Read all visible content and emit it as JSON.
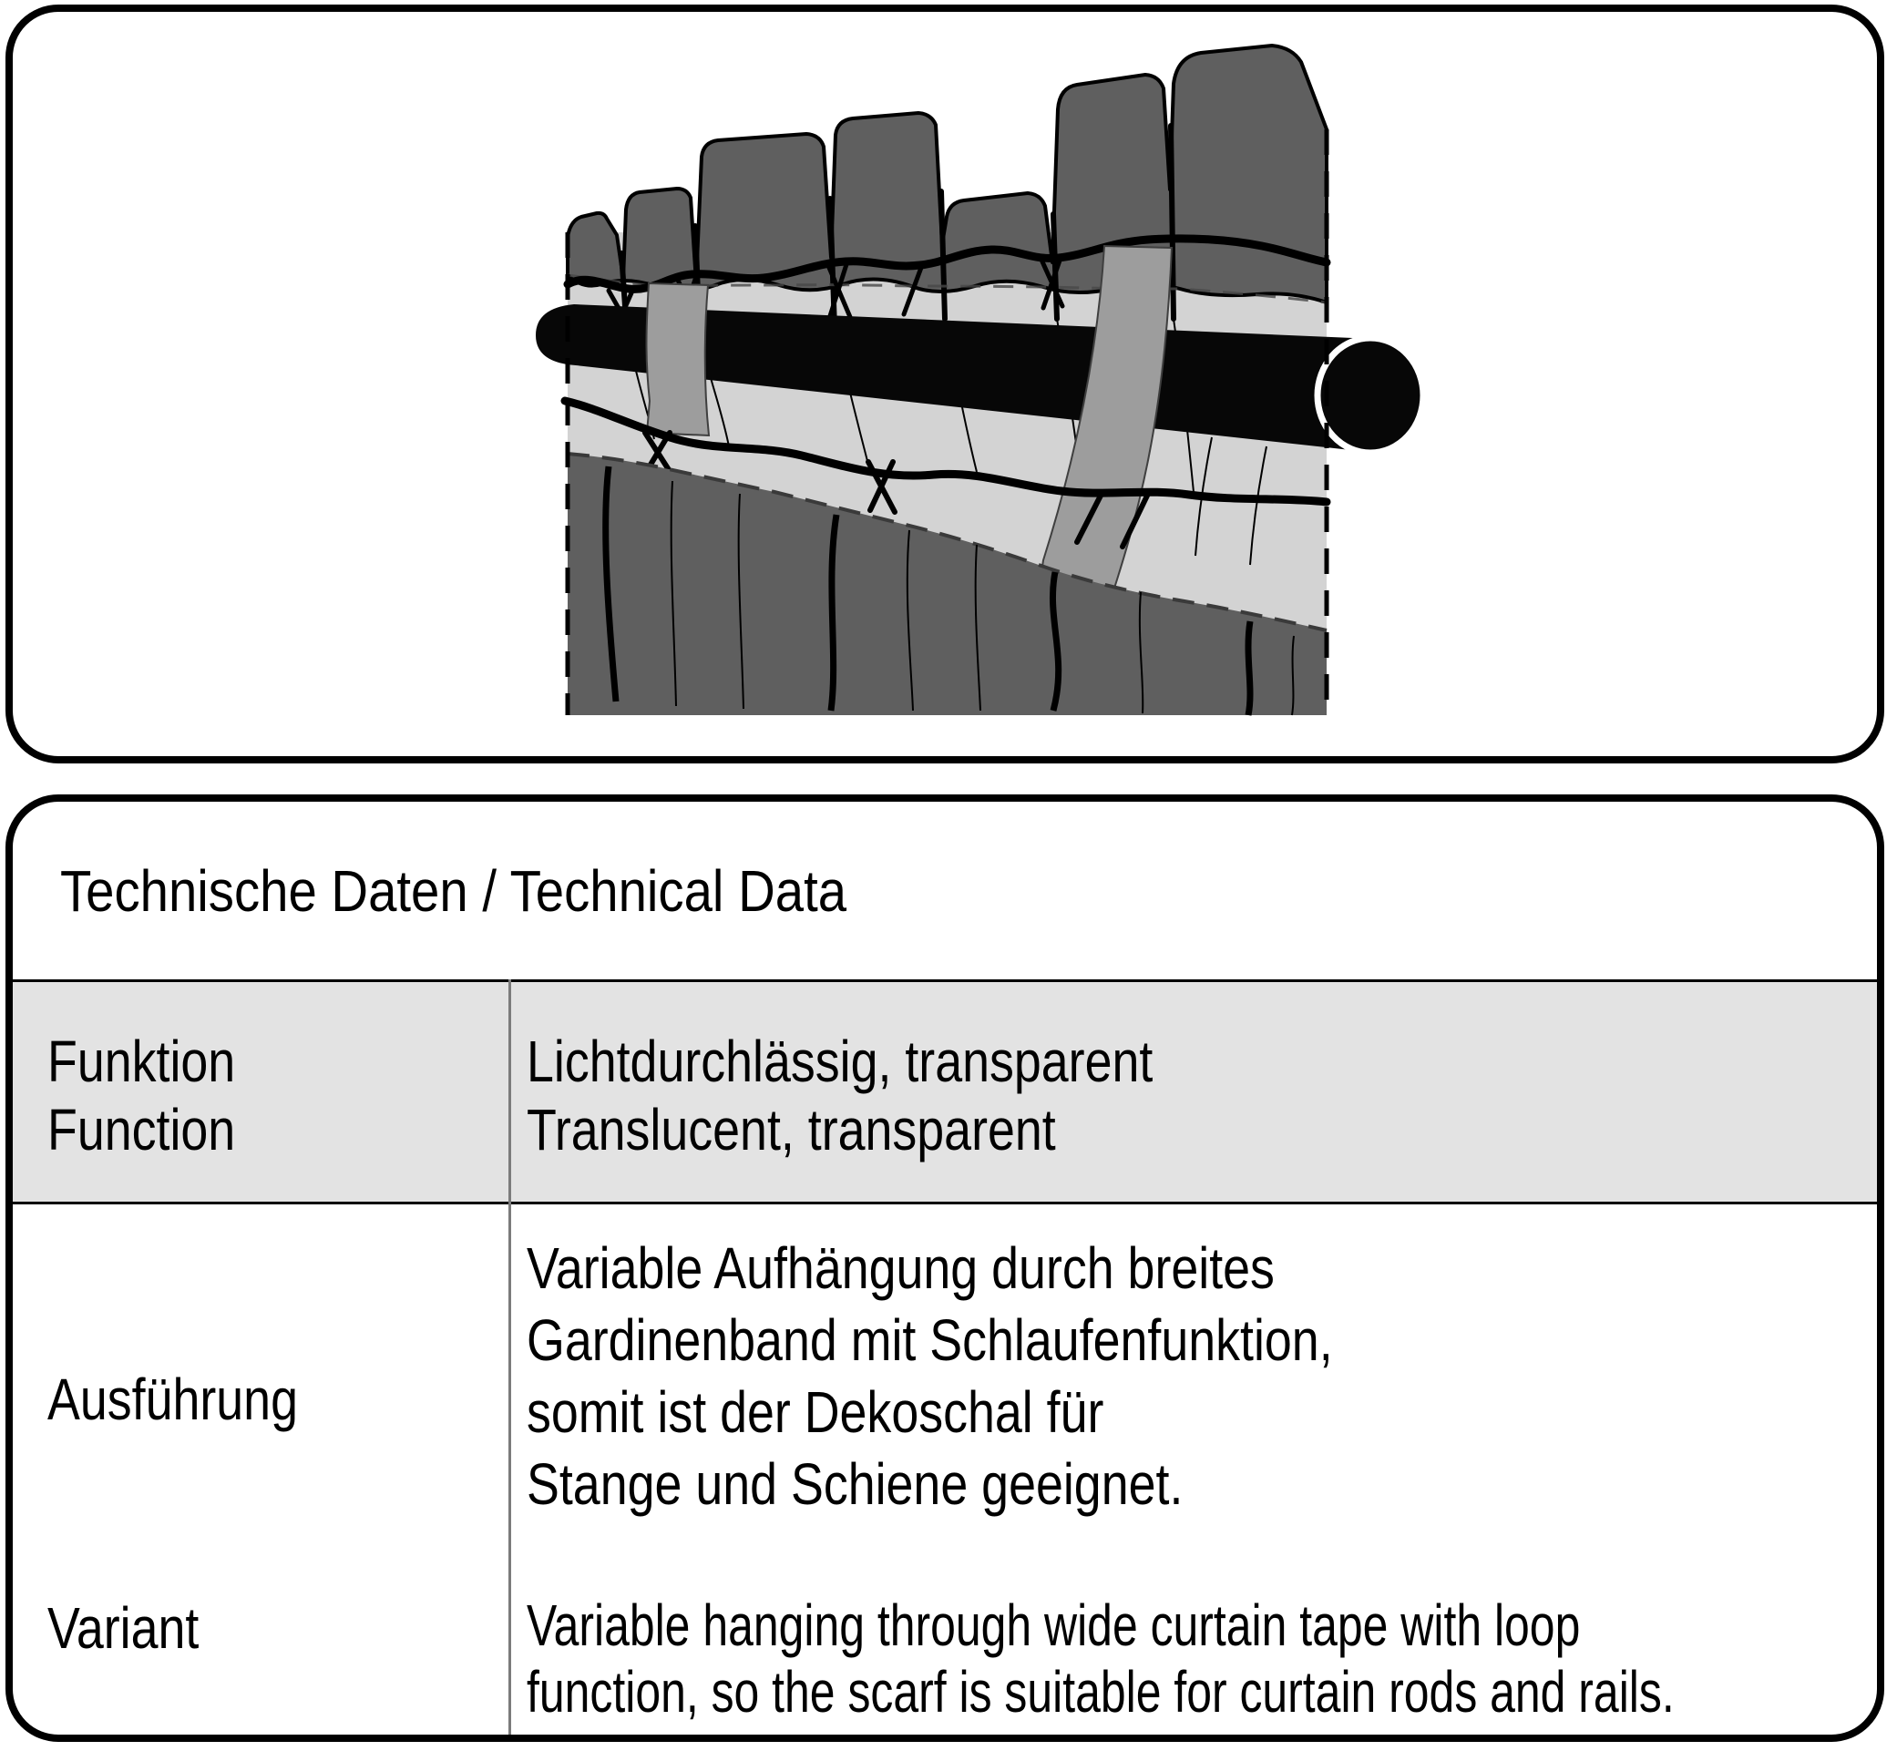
{
  "colors": {
    "border": "#000000",
    "curtain_dark": "#5f5f5f",
    "curtain_tape": "#d3d3d3",
    "loop": "#9d9d9d",
    "rod": "#070707",
    "rod_cap_ring": "#ffffff",
    "table_row_bg": "#e3e3e3",
    "divider": "#7b7b7b",
    "text": "#000000"
  },
  "illustration": {
    "label": "decorative curtain hung on a black rod through wide curtain tape with loops"
  },
  "bottom_panel": {
    "title": "Technische Daten / Technical Data",
    "rows": [
      {
        "labels": [
          "Funktion",
          "Function"
        ],
        "values": [
          "Lichtdurchlässig, transparent",
          "Translucent, transparent"
        ]
      },
      {
        "labels": [
          "Ausführung",
          "Variant"
        ],
        "value_de": [
          "Variable Aufhängung durch breites",
          "Gardinenband mit Schlaufenfunktion,",
          "somit ist der Dekoschal für",
          "Stange und Schiene geeignet."
        ],
        "value_en": [
          "Variable hanging through wide curtain tape with loop",
          "function, so the scarf is suitable for curtain rods and rails."
        ]
      }
    ]
  }
}
